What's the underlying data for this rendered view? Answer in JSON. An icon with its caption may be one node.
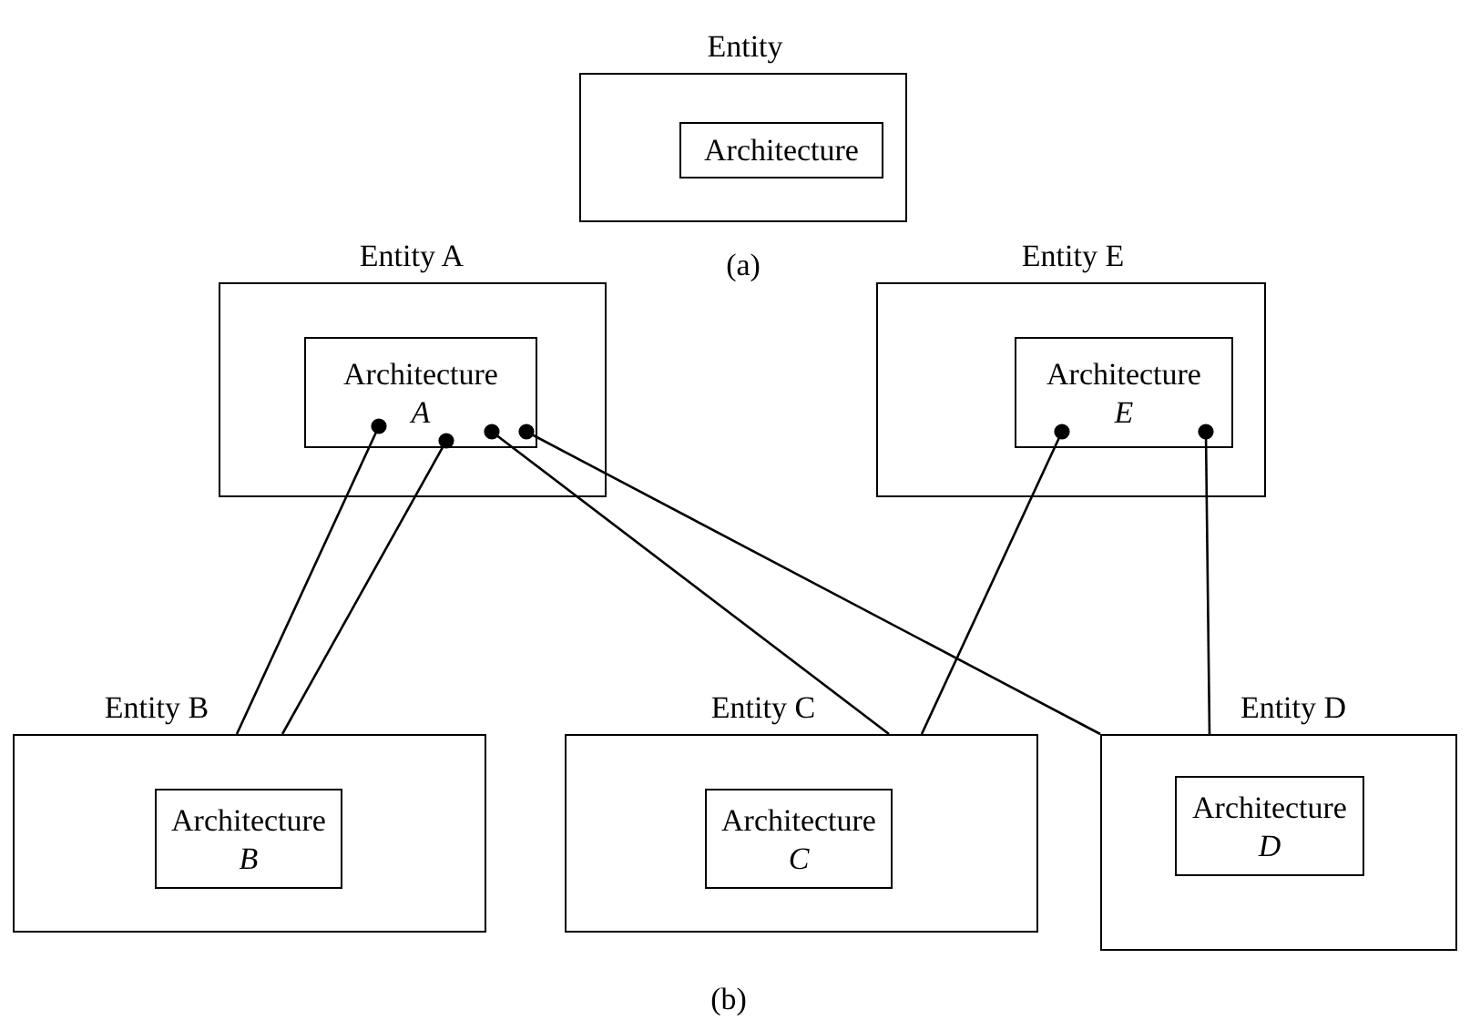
{
  "diagram": {
    "nodes": [
      {
        "text": [
          "Entity"
        ]
      },
      {
        "text": [
          "Architecture"
        ],
        "in": 0
      },
      {
        "text": [
          "Entity A"
        ]
      },
      {
        "text": [
          "Architecture *A*"
        ],
        "in": 2
      },
      {
        "text": [
          "Entity E"
        ]
      },
      {
        "text": [
          "Architecture *E*"
        ],
        "in": 4
      },
      {
        "text": [
          "Entity B"
        ]
      },
      {
        "text": [
          "Architecture *B*"
        ],
        "in": 6
      },
      {
        "text": [
          "Entity C"
        ]
      },
      {
        "text": [
          "Architecture *C*"
        ],
        "in": 8
      },
      {
        "text": [
          "Entity D"
        ]
      },
      {
        "text": [
          "Architecture *D*"
        ],
        "in": 10
      }
    ],
    "edges": [
      {
        "from": 3,
        "to": 6,
        "arrow": "other"
      },
      {
        "from": 3,
        "to": 6,
        "arrow": "other"
      },
      {
        "from": 3,
        "to": 8,
        "arrow": "other"
      },
      {
        "from": 3,
        "to": 10,
        "arrow": "other"
      },
      {
        "from": 5,
        "to": 8,
        "arrow": "other"
      },
      {
        "from": 5,
        "to": 10,
        "arrow": "other"
      }
    ],
    "labels": [
      "(a)",
      "(b)"
    ]
  }
}
